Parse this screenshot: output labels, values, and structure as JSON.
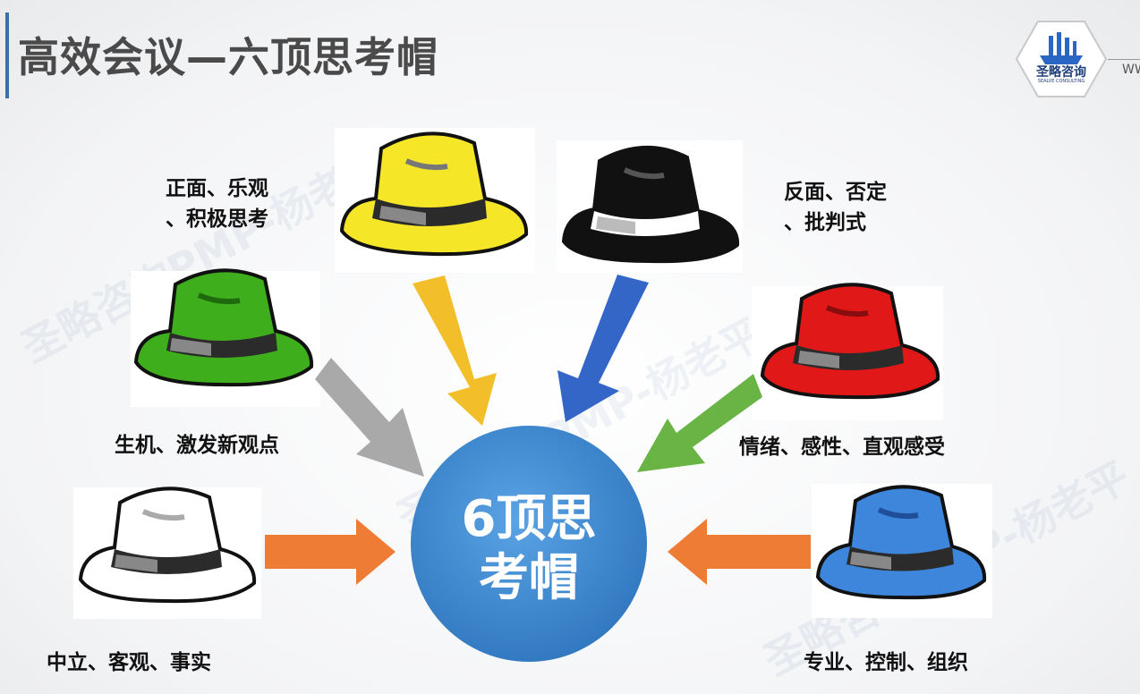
{
  "title": "高效会议—六顶思考帽",
  "logo": {
    "name": "圣略咨询",
    "subtitle": "SEALVE CONSULTING"
  },
  "site_text": "WW",
  "watermark": "圣略咨询PMP-杨老平",
  "center": {
    "line1": "6顶思",
    "line2": "考帽"
  },
  "hats": [
    {
      "name": "yellow",
      "color": "#f5e628",
      "label_lines": [
        "正面、乐观",
        "、积极思考"
      ]
    },
    {
      "name": "black",
      "color": "#111111",
      "label_lines": [
        "反面、否定",
        "、批判式"
      ]
    },
    {
      "name": "green",
      "color": "#3fae1c",
      "label_lines": [
        "生机、激发新观点"
      ]
    },
    {
      "name": "red",
      "color": "#e01818",
      "label_lines": [
        "情绪、感性、直观感受"
      ]
    },
    {
      "name": "white",
      "color": "#ffffff",
      "label_lines": [
        "中立、客观、事实"
      ]
    },
    {
      "name": "blue",
      "color": "#3d86dc",
      "label_lines": [
        "专业、控制、组织"
      ]
    }
  ],
  "colors": {
    "center_circle": "#3a86cf",
    "arrow_yellow": "#f2bf2b",
    "arrow_blue": "#3466c8",
    "arrow_gray": "#a9a9a9",
    "arrow_green": "#6ab446",
    "arrow_orange": "#ef7c35",
    "title_accent": "#3a6fa8"
  }
}
